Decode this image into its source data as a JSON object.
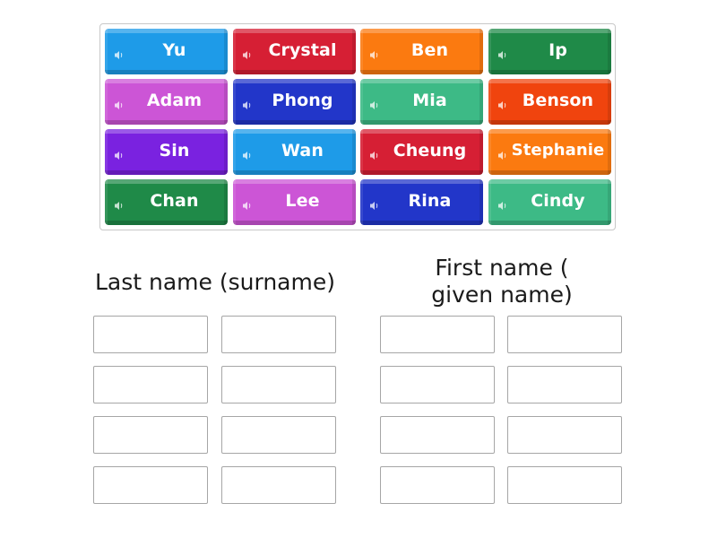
{
  "activity": {
    "type": "group-sort",
    "speaker_icon": "speaker-icon"
  },
  "tiles": [
    {
      "label": "Yu",
      "color": "#1e9be8",
      "row": 0,
      "col": 0
    },
    {
      "label": "Crystal",
      "color": "#d61f34",
      "row": 0,
      "col": 1
    },
    {
      "label": "Ben",
      "color": "#fb7a10",
      "row": 0,
      "col": 2
    },
    {
      "label": "Ip",
      "color": "#1f8a48",
      "row": 0,
      "col": 3
    },
    {
      "label": "Adam",
      "color": "#cc55d6",
      "row": 1,
      "col": 0
    },
    {
      "label": "Phong",
      "color": "#2236c9",
      "row": 1,
      "col": 1
    },
    {
      "label": "Mia",
      "color": "#3dba86",
      "row": 1,
      "col": 2
    },
    {
      "label": "Benson",
      "color": "#f0440e",
      "row": 1,
      "col": 3
    },
    {
      "label": "Sin",
      "color": "#7a22e0",
      "row": 2,
      "col": 0
    },
    {
      "label": "Wan",
      "color": "#1e9be8",
      "row": 2,
      "col": 1
    },
    {
      "label": "Cheung",
      "color": "#d61f34",
      "row": 2,
      "col": 2
    },
    {
      "label": "Stephanie",
      "color": "#fb7a10",
      "row": 2,
      "col": 3
    },
    {
      "label": "Chan",
      "color": "#1f8a48",
      "row": 3,
      "col": 0
    },
    {
      "label": "Lee",
      "color": "#cc55d6",
      "row": 3,
      "col": 1
    },
    {
      "label": "Rina",
      "color": "#2236c9",
      "row": 3,
      "col": 2
    },
    {
      "label": "Cindy",
      "color": "#3dba86",
      "row": 3,
      "col": 3
    }
  ],
  "groups": [
    {
      "title": "Last name (surname)",
      "slots": 8
    },
    {
      "title_line1": "First name (",
      "title_line2": "given name)",
      "slots": 8
    }
  ]
}
